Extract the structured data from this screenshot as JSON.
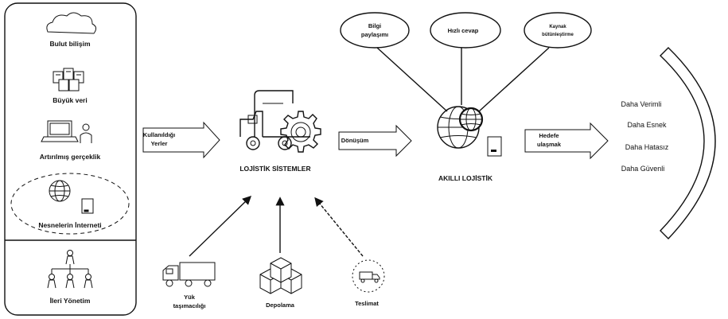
{
  "left_panel": {
    "items": [
      {
        "label": "Bulut bilişim",
        "icon": "cloud-icon"
      },
      {
        "label": "Büyük veri",
        "icon": "server-cluster-icon"
      },
      {
        "label": "Artırılmış gerçeklik",
        "icon": "laptop-user-icon"
      },
      {
        "label": "Nesnelerin İnterneti",
        "icon": "globe-device-icon"
      }
    ],
    "bottom_item": {
      "label": "İleri Yönetim",
      "icon": "org-chart-icon"
    }
  },
  "arrows": {
    "left": [
      "Kullanıldığı",
      "Yerler"
    ],
    "middle": "Dönüşüm",
    "right": [
      "Hedefe",
      "ulaşmak"
    ]
  },
  "center": {
    "title": "LOJİSTİK SİSTEMLER",
    "icon": "truck-gear-icon"
  },
  "bottom_inputs": [
    {
      "label": [
        "Yük",
        "taşımacılığı"
      ],
      "icon": "truck-icon"
    },
    {
      "label": [
        "Depolama"
      ],
      "icon": "boxes-icon"
    },
    {
      "label": [
        "Teslimat"
      ],
      "icon": "delivery-icon"
    }
  ],
  "smart": {
    "title": "AKILLI LOJİSTİK",
    "icon": "globe-network-icon"
  },
  "bubbles": [
    {
      "label": [
        "Bilgi",
        "paylaşımı"
      ]
    },
    {
      "label": [
        "Hızlı cevap"
      ]
    },
    {
      "label": [
        "Kaynak",
        "bütünleştirme"
      ]
    }
  ],
  "outcomes": [
    "Daha Verimli",
    "Daha Esnek",
    "Daha Hatasız",
    "Daha Güvenli"
  ]
}
